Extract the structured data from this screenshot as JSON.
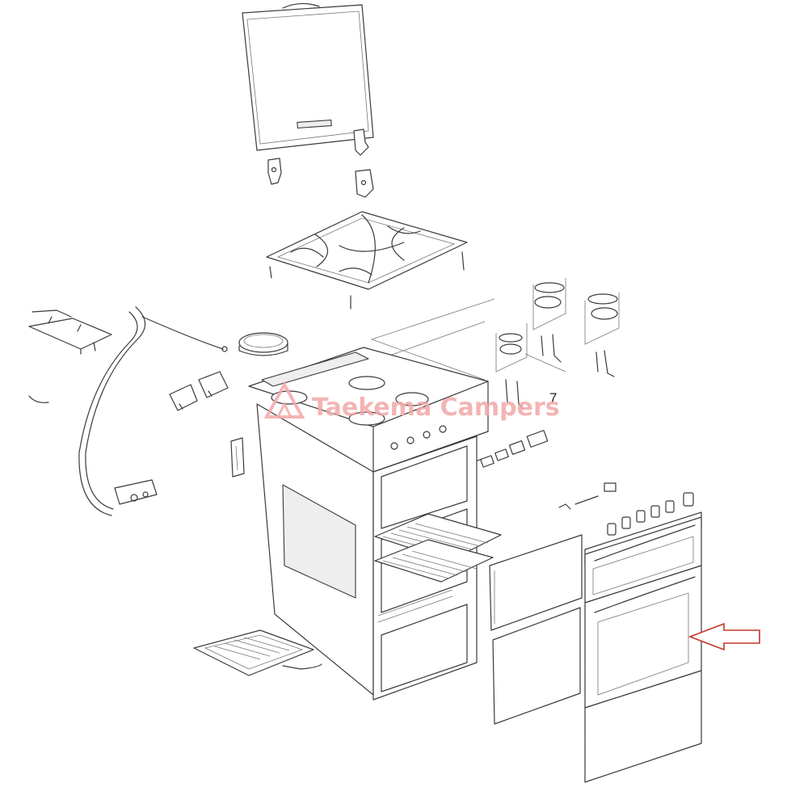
{
  "callouts": {
    "part_number": "7"
  },
  "watermark": {
    "text": "Taekema Campers"
  },
  "colors": {
    "line": "#3a3a3a",
    "watermark": "#f2a7a7",
    "pointer_arrow": "#c0392b"
  },
  "pointer": {
    "icon": "outline-arrow-left-icon",
    "target": "main-oven-door"
  }
}
